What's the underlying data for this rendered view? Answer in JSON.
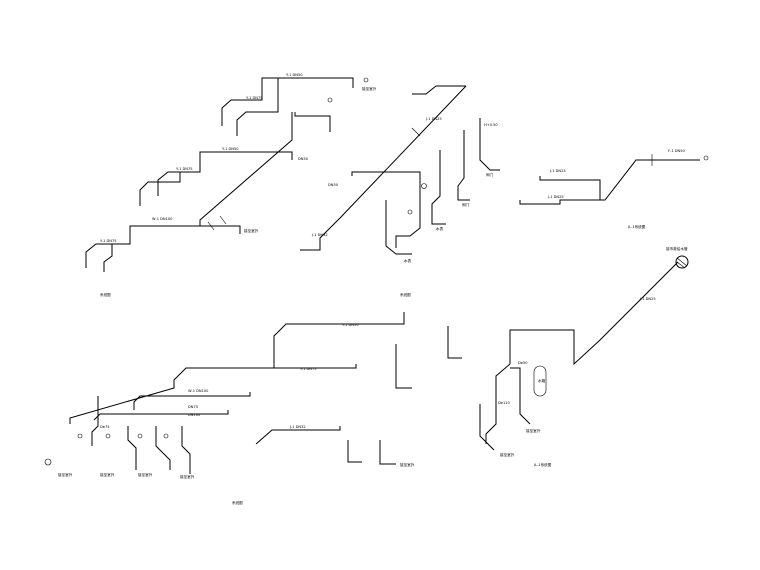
{
  "diagram": {
    "background": "#ffffff",
    "line_color": "#000000",
    "labels": {
      "view1_caption": "系统图",
      "view2_caption": "系统图",
      "view3_caption": "JL-1系统图",
      "view4_caption": "系统图",
      "view5_caption": "JL-1系统图",
      "pipe_a": "Y-1 DN50",
      "pipe_b": "Y-1 DN75",
      "pipe_c": "W-1 DN100",
      "pipe_d": "J-1 DN25",
      "pipe_e": "J-1 DN32",
      "pipe_f": "F-1 DN50",
      "dn50": "DN50",
      "dn75": "DN75",
      "dn100": "DN100",
      "de50": "De50",
      "de75": "De75",
      "de110": "De110",
      "h_label": "H+0.50",
      "tank": "水箱",
      "floor": "接至室外",
      "valve": "阀门",
      "meter": "水表",
      "wall_note": "接市政给水管"
    }
  }
}
